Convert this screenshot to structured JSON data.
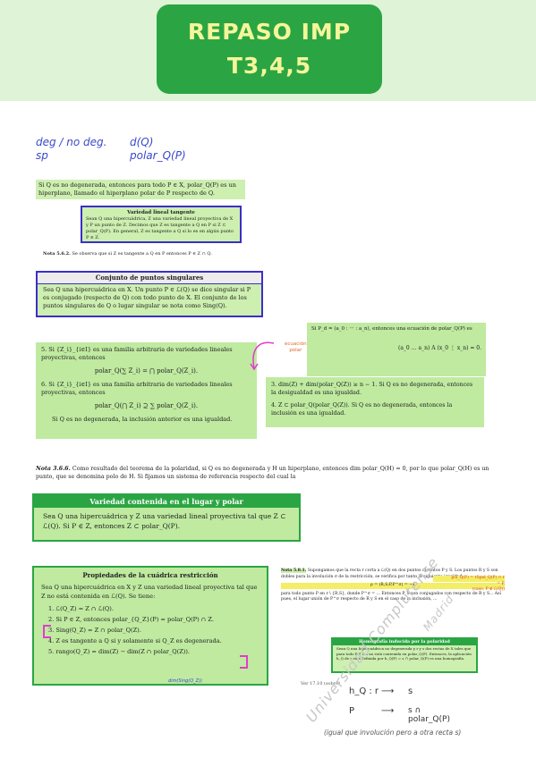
{
  "header": {
    "title_line1": "REPASO IMP",
    "title_line2": "T3,4,5"
  },
  "notes_top": {
    "left1": "deg / no deg.",
    "left2": "sp",
    "right1": "d(Q)",
    "right2": "polar_Q(P)"
  },
  "block1": {
    "text": "Si Q es no degenerada, entonces para todo P ∈ X, polar_Q(P) es un hiperplano, llamado el hiperplano polar de P respecto de Q."
  },
  "block2": {
    "title": "Variedad lineal tangente",
    "text": "Sean Q una hipercuádrica, Z una variedad lineal proyectiva de X y P un punto de Z. Decimos que Z es tangente a Q en P si Z ⊂ polar_Q(P). En general, Z es tangente a Q si lo es en algún punto P ∈ Z."
  },
  "note562": {
    "label": "Nota 5.6.2.",
    "text": "Se observa que si Z es tangente a Q en P entonces P ∈ Z ∩ Q."
  },
  "block3": {
    "title": "Conjunto de puntos singulares",
    "text": "Sea Q una hipercuádrica en X. Un punto P ∈ ℒ(Q) se dice singular si P es conjugado (respecto de Q) con todo punto de X. El conjunto de los puntos singulares de Q o lugar singular se nota como Sing(Q)."
  },
  "block4": {
    "item5": "5. Si {Z_i}_{i∈I} es una familia arbitraria de variedades lineales proyectivas, entonces",
    "formula5": "polar_Q(∑ Z_i) = ⋂ polar_Q(Z_i).",
    "item6": "6. Si {Z_i}_{i∈I} es una familia arbitraria de variedades lineales proyectivas, entonces",
    "formula6": "polar_Q(⋂ Z_i) ⊇ ∑ polar_Q(Z_i).",
    "closing": "Si Q es no degenerada, la inclusión anterior es una igualdad."
  },
  "annotation_red": {
    "line1": "ecuación",
    "line2": "polar"
  },
  "block5": {
    "text": "Si P_d = (a_0 : ··· : a_n), entonces una ecuación de polar_Q(P) es",
    "formula": "(a_0 … a_n) A (x_0 ⋮ x_n) = 0."
  },
  "block6": {
    "item3": "3. dim(Z) + dim(polar_Q(Z)) ≥ n − 1. Si Q es no degenerada, entonces la desigualdad es una igualdad.",
    "item4": "4. Z ⊂ polar_Q(polar_Q(Z)). Si Q es no degenerada, entonces la inclusión es una igualdad."
  },
  "nota366": {
    "label": "Nota 3.6.6.",
    "text": "Como resultado del teorema de la polaridad, si Q es no degenerada y H un hiperplano, entonces dim polar_Q(H) = 0, por lo que polar_Q(H) es un punto, que se denomina polo de H. Si fijamos un sistema de referencia respecto del cual la"
  },
  "block7": {
    "title": "Variedad contenida en el lugar y polar",
    "text": "Sea Q una hipercuádrica y Z una variedad lineal proyectiva tal que Z ⊂ ℒ(Q). Si P ∈ Z, entonces Z ⊂ polar_Q(P)."
  },
  "block8": {
    "title": "Propiedades de la cuádrica restricción",
    "intro": "Sea Q una hipercuádrica en X y Z una variedad lineal proyectiva tal que Z no está contenida en ℒ(Q). Se tiene:",
    "items": [
      "1. ℒ(Q_Z) = Z ∩ ℒ(Q).",
      "2. Si P ∈ Z, entonces polar_{Q_Z}(P) = polar_Q(P) ∩ Z.",
      "3. Sing(Q_Z) = Z ∩ polar_Q(Z).",
      "4. Z es tangente a Q si y solamente si Q_Z es degenerada.",
      "5. rango(Q_Z) = dim(Z) − dim(Z ∩ polar_Q(Z))."
    ],
    "handnote": "dim(Sing(Q_Z))"
  },
  "nota581": {
    "label": "Nota 5.8.1.",
    "text": "Supongamos que la recta r corta a ℒ(Q) en dos puntos distintos P y S. Los puntos R y S son dobles para la involución σ de la restricción, se verifica por tanto la siguiente igualdad:",
    "formula": "ρ = (R,S;P,P^σ) = −1",
    "text2": "para todo punto P en r \\ {R,S}, donde P^σ = ... Entonces P, S son conjugados con respecto de R y S... Así pues, el lugar unión de P^σ respecto de R y S en el caso de la inclusión, ...",
    "right1": "pol_Q(P) = rSpol_Q(P) ∩ r",
    "right2": "= P,",
    "right3": "(caso, P ∉ ℒ(Q))"
  },
  "block9": {
    "title": "Homografía inducida por la polaridad",
    "text": "Sean Q una hipercuádrica no degenerada y r y s dos rectas de X tales que para todo P ∈ r, s no está contenida en polar_Q(P). Entonces, la aplicación h_Q de r en s definida por h_Q(P) = s ∩ polar_Q(P) es una homografía."
  },
  "ex": {
    "text": "Ver 17.10 (sobre)"
  },
  "notes_bottom": {
    "line1_left": "h_Q : r",
    "line1_right": "s",
    "line2_left": "P",
    "line2_right": "s ∩ polar_Q(P)",
    "line3": "(igual que involución pero a otra recta s)"
  },
  "watermark": {
    "text1": "Universidad Complutense",
    "text2": "Madrid"
  },
  "colors": {
    "title_bg": "#2ba543",
    "title_fg": "#f5f59a",
    "band": "#dff3d6",
    "green_box": "#bfeaa0",
    "blue_border": "#3a2fc9",
    "pink": "#e23ccd",
    "handwriting": "#3a49c9"
  }
}
